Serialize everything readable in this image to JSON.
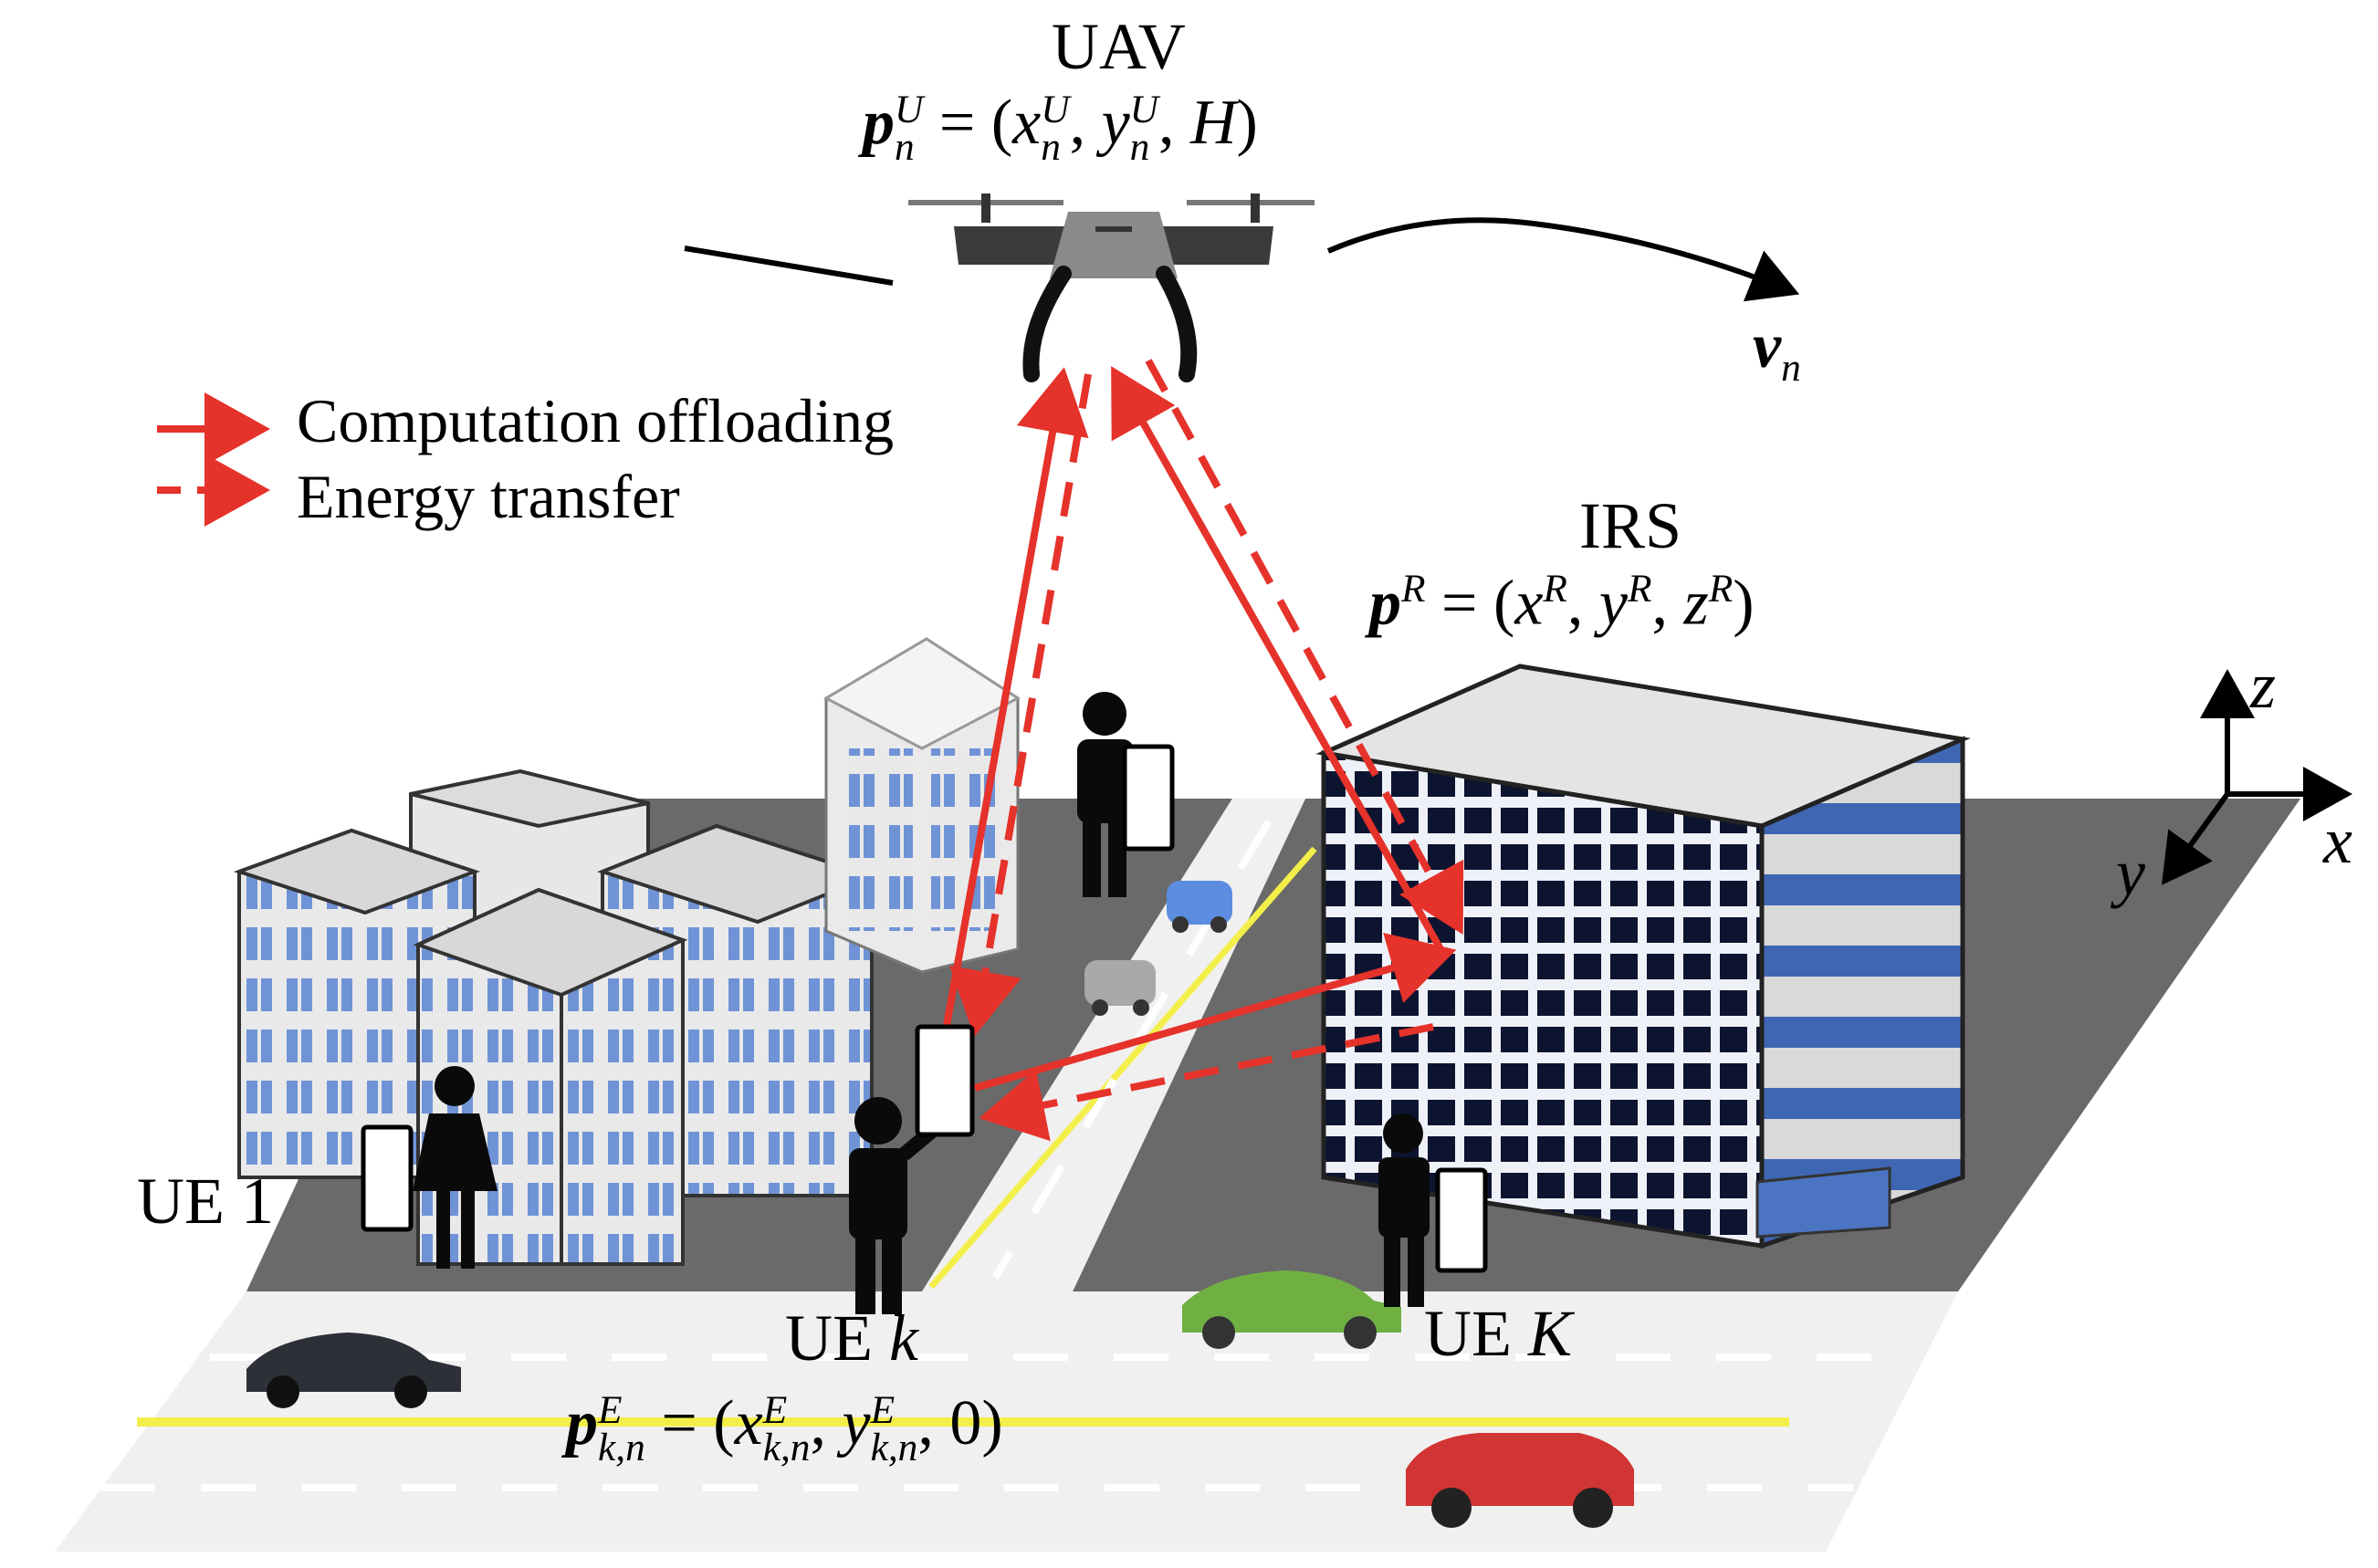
{
  "uav": {
    "title": "UAV",
    "pos_equation": {
      "vector": "p",
      "sup": "U",
      "sub": "n",
      "rhs_x": "x",
      "rhs_y": "y",
      "rhs_z": "H",
      "rhs_sub": "n",
      "rhs_sup": "U"
    },
    "velocity": {
      "vector": "v",
      "sub": "n"
    }
  },
  "irs": {
    "title": "IRS",
    "pos_equation": {
      "vector": "p",
      "sup": "R",
      "rhs_x": "x",
      "rhs_y": "y",
      "rhs_z": "z",
      "rhs_sup": "R"
    }
  },
  "ue": {
    "first": "UE 1",
    "k_prefix": "UE ",
    "k_symbol": "k",
    "last_prefix": "UE ",
    "last_symbol": "K",
    "pos_equation": {
      "vector": "p",
      "sup": "E",
      "sub": "k,n",
      "rhs_x": "x",
      "rhs_y": "y",
      "rhs_z": "0",
      "rhs_sup": "E",
      "rhs_sub": "k,n"
    }
  },
  "legend": {
    "offloading": "Computation offloading",
    "energy": "Energy transfer"
  },
  "axes": {
    "x": "x",
    "y": "y",
    "z": "z"
  },
  "colors": {
    "link": "#e5322a",
    "ground": "#6d6d6d",
    "road": "#efefef",
    "yellow_line": "#f3ef4a",
    "window_blue": "#3f66b3",
    "building_light": "#e6e6e6"
  }
}
